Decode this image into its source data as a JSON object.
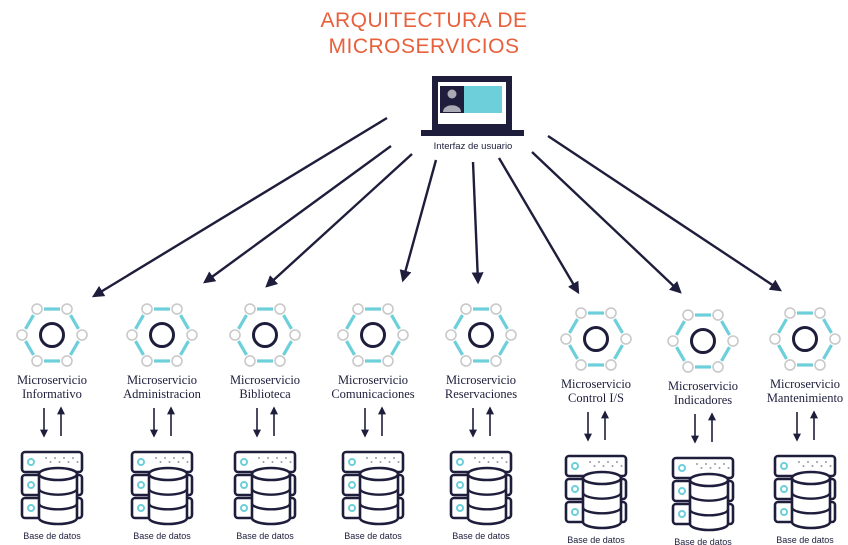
{
  "title": {
    "line1": "ARQUITECTURA DE",
    "line2": "MICROSERVICIOS"
  },
  "ui": {
    "label": "Interfaz de usuario",
    "icon": "laptop-user-icon"
  },
  "colors": {
    "title": "#e8603c",
    "ink": "#1e1e3c",
    "accent": "#6ccfda",
    "node": "#c9c9c9"
  },
  "services": [
    {
      "line1": "Microservicio",
      "line2": "Informativo",
      "db_label": "Base de datos"
    },
    {
      "line1": "Microservicio",
      "line2": "Administracion",
      "db_label": "Base de datos"
    },
    {
      "line1": "Microservicio",
      "line2": "Biblioteca",
      "db_label": "Base de datos"
    },
    {
      "line1": "Microservicio",
      "line2": "Comunicaciones",
      "db_label": "Base de datos"
    },
    {
      "line1": "Microservicio",
      "line2": "Reservaciones",
      "db_label": "Base de datos"
    },
    {
      "line1": "Microservicio",
      "line2": "Control I/S",
      "db_label": "Base de datos"
    },
    {
      "line1": "Microservicio",
      "line2": "Indicadores",
      "db_label": "Base de datos"
    },
    {
      "line1": "Microservicio",
      "line2": "Mantenimiento",
      "db_label": "Base de datos"
    }
  ]
}
